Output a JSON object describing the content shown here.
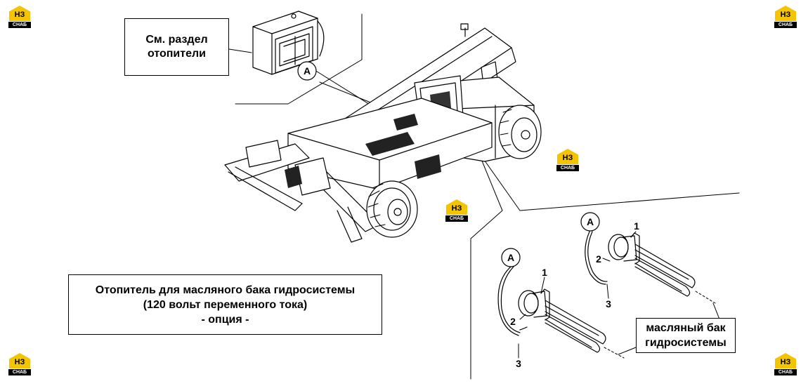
{
  "callouts": {
    "see_section": [
      "См. раздел",
      "отопители"
    ],
    "heater_title": [
      "Отопитель для масляного бака гидросистемы",
      "(120 вольт переменного тока)",
      "- опция -"
    ],
    "oil_tank": [
      "масляный бак",
      "гидросистемы"
    ]
  },
  "markers": {
    "detail_a": "A",
    "part_1": "1",
    "part_2": "2",
    "part_3": "3"
  },
  "watermark": {
    "mark": "НЗ",
    "caption": "СНАБ",
    "color": "#f5c400"
  }
}
